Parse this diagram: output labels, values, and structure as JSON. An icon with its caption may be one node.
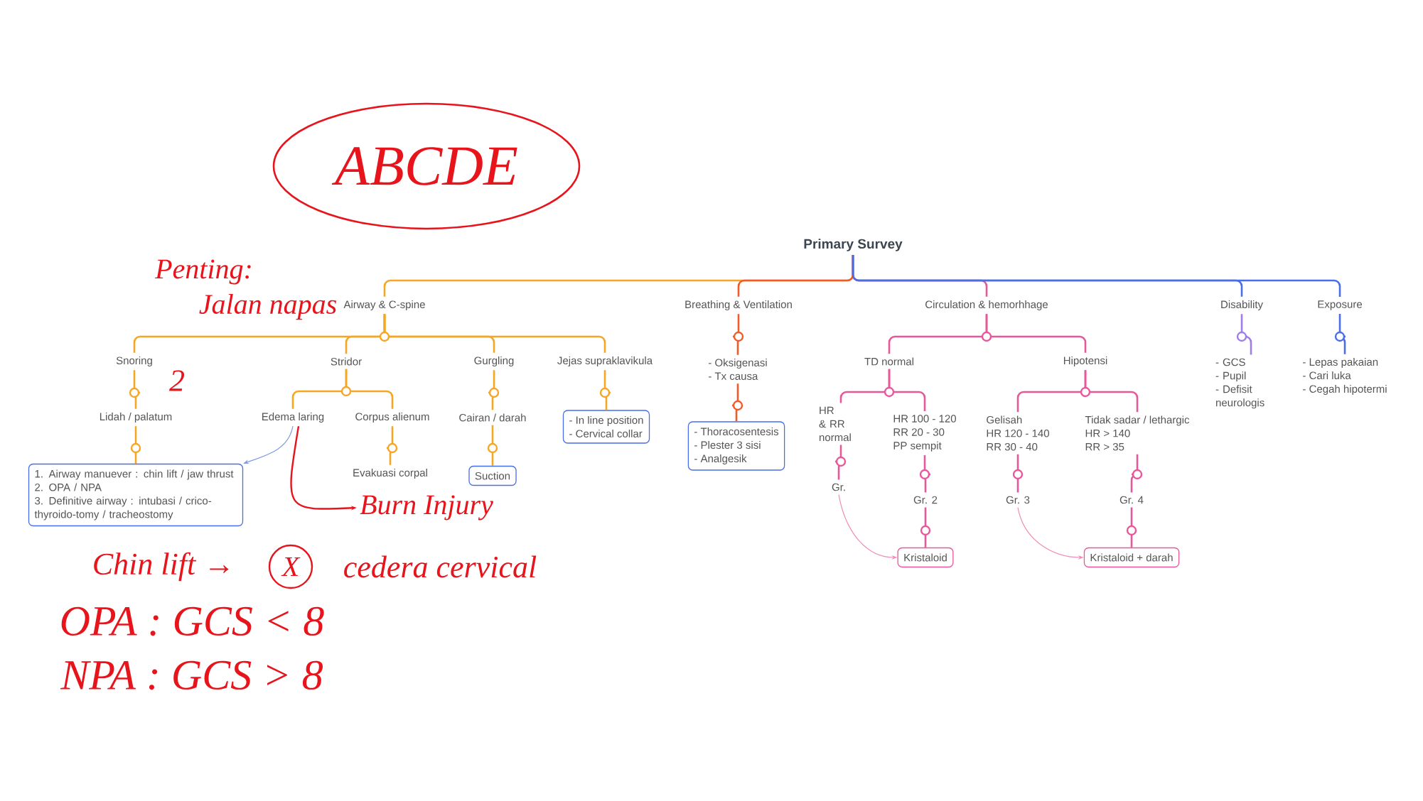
{
  "diagram": {
    "nodes": [
      {
        "text": [
          "Primary Survey"
        ]
      },
      {
        "text": [
          "Airway & C-spine"
        ]
      },
      {
        "text": [
          "Breathing & Ventilation"
        ]
      },
      {
        "text": [
          "Circulation & hemorhhage"
        ]
      },
      {
        "text": [
          "Disability"
        ]
      },
      {
        "text": [
          "Exposure"
        ]
      },
      {
        "text": [
          "Snoring"
        ]
      },
      {
        "text": [
          "Stridor"
        ]
      },
      {
        "text": [
          "Gurgling"
        ]
      },
      {
        "text": [
          "Jejas supraklavikula"
        ]
      },
      {
        "text": [
          "Lidah / palatum"
        ]
      },
      {
        "text": [
          "Edema laring"
        ]
      },
      {
        "text": [
          "Corpus alienum"
        ]
      },
      {
        "text": [
          "Cairan / darah"
        ]
      },
      {
        "text": [
          "- In line position",
          "- Cervical collar"
        ]
      },
      {
        "text": [
          "1. Airway manuever : chin lift / jaw thrust",
          "2. OPA / NPA",
          "3. Definitive airway : intubasi / crico-thyroido-tomy / tracheostomy"
        ]
      },
      {
        "text": [
          "Evakuasi corpal"
        ]
      },
      {
        "text": [
          "Suction"
        ]
      },
      {
        "text": [
          "- Oksigenasi",
          "- Tx causa"
        ]
      },
      {
        "text": [
          "- Thoracosentesis",
          "- Plester 3 sisi",
          "- Analgesik"
        ]
      },
      {
        "text": [
          "TD normal"
        ]
      },
      {
        "text": [
          "Hipotensi"
        ]
      },
      {
        "text": [
          "- GCS",
          "- Pupil",
          "- Defisit neurologis"
        ]
      },
      {
        "text": [
          "- Lepas pakaian",
          "- Cari luka",
          "- Cegah hipotermi"
        ]
      },
      {
        "text": [
          "HR & RR normal"
        ]
      },
      {
        "text": [
          "HR 100 - 120",
          "RR 20 - 30",
          "PP sempit"
        ]
      },
      {
        "text": [
          "Gelisah",
          "HR 120 - 140",
          "RR 30 - 40"
        ]
      },
      {
        "text": [
          "Tidak sadar / lethargic",
          "HR > 140",
          "RR > 35"
        ]
      },
      {
        "text": [
          "Gr."
        ]
      },
      {
        "text": [
          "Gr. 2"
        ]
      },
      {
        "text": [
          "Gr. 3"
        ]
      },
      {
        "text": [
          "Gr. 4"
        ]
      },
      {
        "text": [
          "Kristaloid"
        ]
      },
      {
        "text": [
          "Kristaloid + darah"
        ]
      },
      {
        "text": [
          "Burn Injury"
        ]
      }
    ],
    "edges": [
      {
        "from": 0,
        "to": 1,
        "arrow": "none",
        "color": "#f5a623"
      },
      {
        "from": 0,
        "to": 2,
        "arrow": "none",
        "color": "#f15a29"
      },
      {
        "from": 0,
        "to": 3,
        "arrow": "none",
        "color": "#e8579a"
      },
      {
        "from": 0,
        "to": 4,
        "arrow": "none",
        "color": "#4a6ee8"
      },
      {
        "from": 0,
        "to": 5,
        "arrow": "none",
        "color": "#4a6ee8"
      },
      {
        "from": 1,
        "to": 6,
        "arrow": "none",
        "color": "#f5a623"
      },
      {
        "from": 1,
        "to": 7,
        "arrow": "none",
        "color": "#f5a623"
      },
      {
        "from": 1,
        "to": 8,
        "arrow": "none",
        "color": "#f5a623"
      },
      {
        "from": 1,
        "to": 9,
        "arrow": "none",
        "color": "#f5a623"
      },
      {
        "from": 6,
        "to": 10,
        "arrow": "none",
        "color": "#f5a623"
      },
      {
        "from": 10,
        "to": 15,
        "arrow": "none",
        "color": "#f5a623"
      },
      {
        "from": 7,
        "to": 11,
        "arrow": "none",
        "color": "#f5a623"
      },
      {
        "from": 7,
        "to": 12,
        "arrow": "none",
        "color": "#f5a623"
      },
      {
        "from": 12,
        "to": 16,
        "arrow": "none",
        "color": "#f5a623"
      },
      {
        "from": 8,
        "to": 13,
        "arrow": "none",
        "color": "#f5a623"
      },
      {
        "from": 13,
        "to": 17,
        "arrow": "none",
        "color": "#f5a623"
      },
      {
        "from": 9,
        "to": 14,
        "arrow": "none",
        "color": "#f5a623"
      },
      {
        "from": 2,
        "to": 18,
        "arrow": "none",
        "color": "#f15a29"
      },
      {
        "from": 18,
        "to": 19,
        "arrow": "none",
        "color": "#f15a29"
      },
      {
        "from": 3,
        "to": 20,
        "arrow": "none",
        "color": "#e8579a"
      },
      {
        "from": 3,
        "to": 21,
        "arrow": "none",
        "color": "#e8579a"
      },
      {
        "from": 20,
        "to": 24,
        "arrow": "none",
        "color": "#e8579a"
      },
      {
        "from": 20,
        "to": 25,
        "arrow": "none",
        "color": "#e8579a"
      },
      {
        "from": 21,
        "to": 26,
        "arrow": "none",
        "color": "#e8579a"
      },
      {
        "from": 21,
        "to": 27,
        "arrow": "none",
        "color": "#e8579a"
      },
      {
        "from": 24,
        "to": 28,
        "arrow": "none",
        "color": "#e8579a"
      },
      {
        "from": 25,
        "to": 29,
        "arrow": "none",
        "color": "#e8579a"
      },
      {
        "from": 26,
        "to": 30,
        "arrow": "none",
        "color": "#e8579a"
      },
      {
        "from": 27,
        "to": 31,
        "arrow": "none",
        "color": "#e8579a"
      },
      {
        "from": 29,
        "to": 32,
        "arrow": "none",
        "color": "#e8579a"
      },
      {
        "from": 31,
        "to": 33,
        "arrow": "none",
        "color": "#e8579a"
      },
      {
        "from": 4,
        "to": 22,
        "arrow": "none",
        "color": "#a07ee8"
      },
      {
        "from": 5,
        "to": 23,
        "arrow": "none",
        "color": "#4a6ee8"
      },
      {
        "from": 11,
        "to": 15,
        "arrow": "to",
        "color": "#7f9be6"
      },
      {
        "from": 28,
        "to": 32,
        "arrow": "to",
        "color": "#f08cb8"
      },
      {
        "from": 30,
        "to": 33,
        "arrow": "to",
        "color": "#f08cb8"
      },
      {
        "from": 11,
        "to": 34,
        "arrow": "to",
        "color": "#e8141c"
      }
    ],
    "labels": [
      "ABCDE",
      "Penting:",
      "Jalan napas",
      "2",
      "Chin lift →",
      "X",
      "cedera cervical",
      "OPA : GCS < 8",
      "NPA : GCS > 8"
    ]
  }
}
